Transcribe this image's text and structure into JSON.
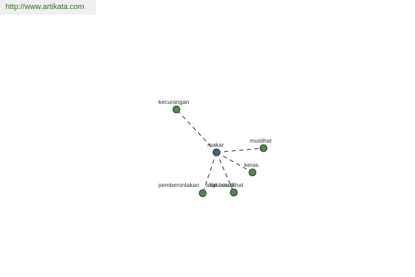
{
  "source": {
    "url_text": "http://www.artikata.com"
  },
  "graph": {
    "center": {
      "label": "makar"
    },
    "nodes": [
      {
        "label": "kecurangan"
      },
      {
        "label": "muslihat"
      },
      {
        "label": "keras"
      },
      {
        "label": "pemberontakan"
      },
      {
        "label": "akal busuk"
      },
      {
        "label": "tipu muslihat"
      }
    ],
    "colors": {
      "center_fill": "#4a5a9a",
      "node_fill": "#4e8a4e",
      "link_text": "#2f6f1a",
      "link_bg": "#efefef"
    }
  }
}
